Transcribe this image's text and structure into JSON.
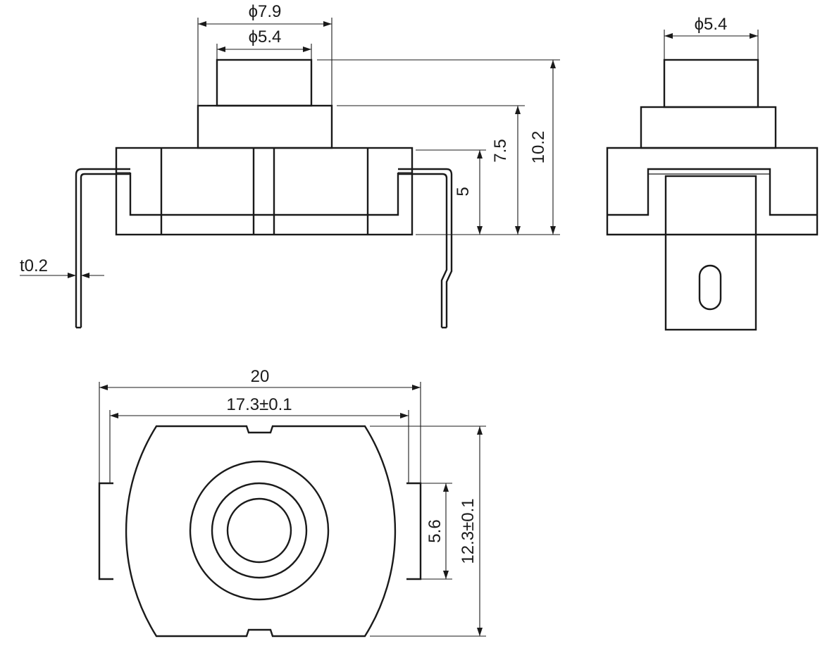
{
  "dimensions": {
    "side_outer_diameter": "ϕ7.9",
    "side_inner_diameter": "ϕ5.4",
    "front_button_diameter": "ϕ5.4",
    "total_height": "10.2",
    "body_height": "7.5",
    "base_height": "5",
    "terminal_thickness": "t0.2",
    "overall_width": "20",
    "body_width": "17.3±0.1",
    "terminal_width": "5.6",
    "body_depth": "12.3±0.1"
  }
}
